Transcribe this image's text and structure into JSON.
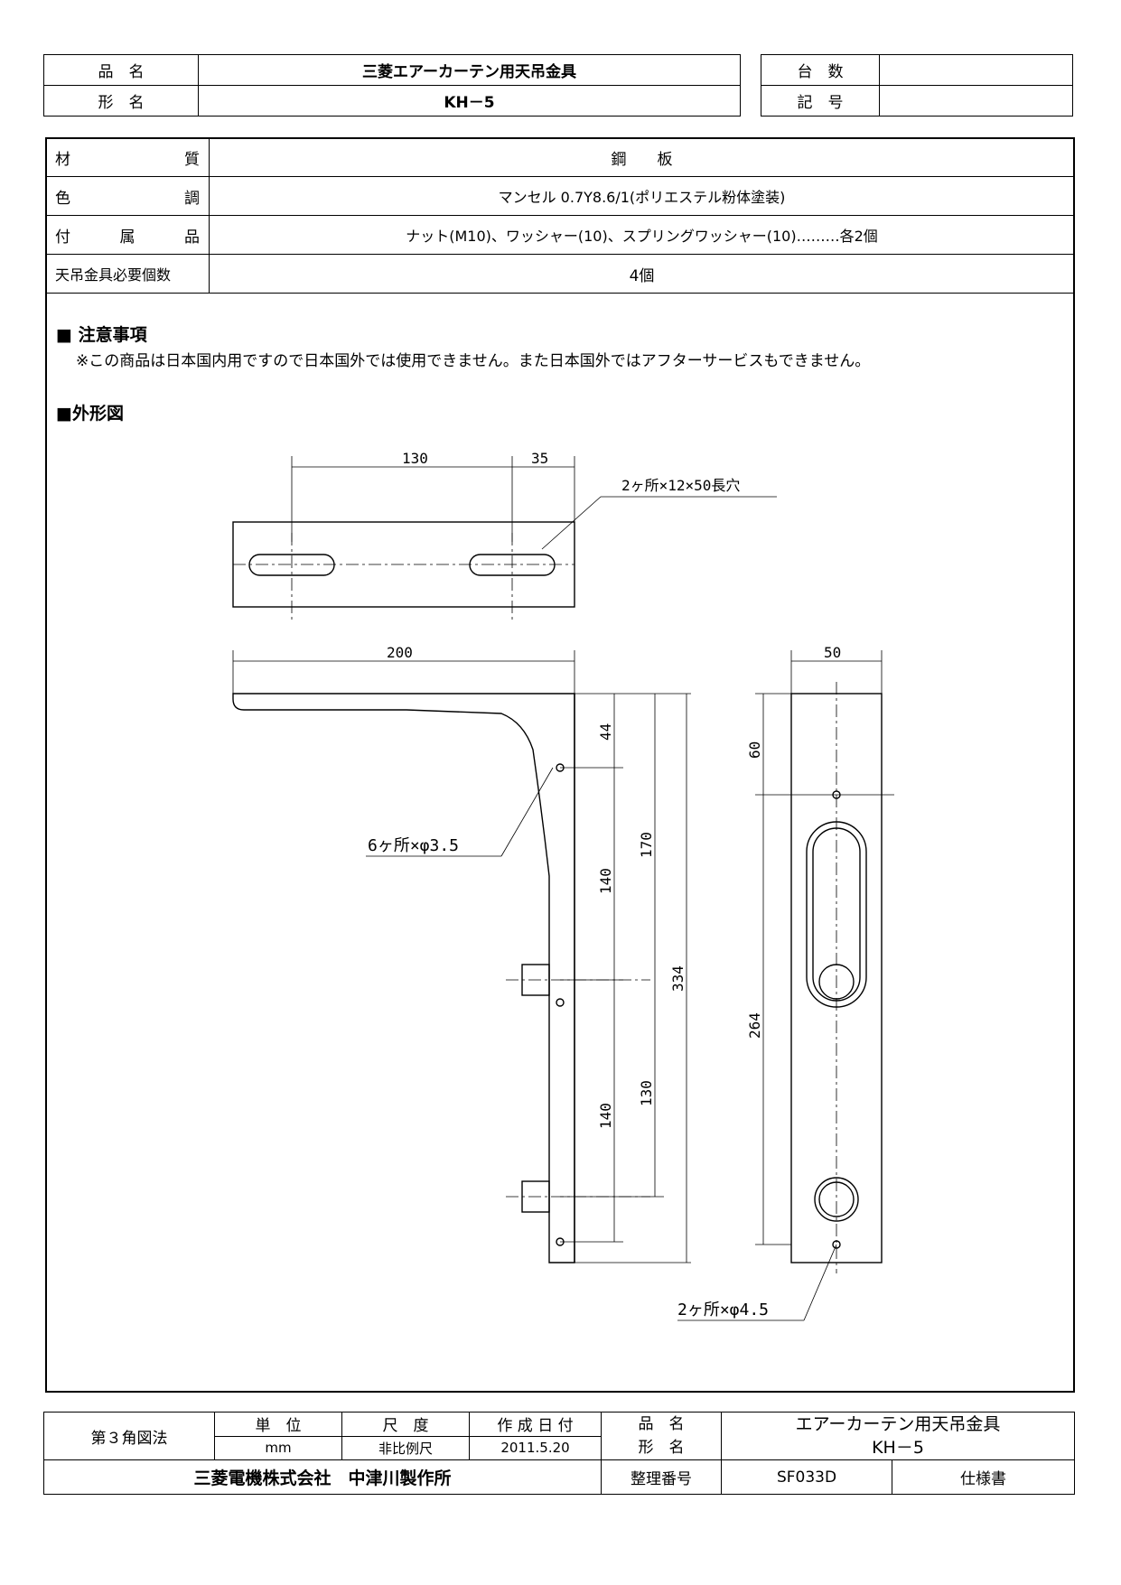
{
  "header": {
    "product_label": "品　名",
    "product_value": "三菱エアーカーテン用天吊金具",
    "model_label": "形　名",
    "model_value": "KH－5",
    "qty_label": "台　数",
    "qty_value": "",
    "mark_label": "記　号",
    "mark_value": ""
  },
  "spec": [
    {
      "label": "材　　　質",
      "value": "鋼　　板"
    },
    {
      "label": "色　　　調",
      "value": "マンセル 0.7Y8.6/1(ポリエステル粉体塗装)"
    },
    {
      "label": "付　属　品",
      "value": "ナット(M10)、ワッシャー(10)、スプリングワッシャー(10)………各2個"
    },
    {
      "label": "天吊金具必要個数",
      "value": "4個"
    }
  ],
  "notes": {
    "heading": "■ 注意事項",
    "text": "※この商品は日本国内用ですので日本国外では使用できません。また日本国外ではアフターサービスもできません。",
    "outline_heading": "■外形図"
  },
  "drawing": {
    "dim_130_top": "130",
    "dim_35": "35",
    "slot_note": "2ヶ所×12×50長穴",
    "dim_200": "200",
    "dim_50": "50",
    "dim_44": "44",
    "dim_170": "170",
    "dim_140a": "140",
    "dim_334": "334",
    "dim_140b": "140",
    "dim_130_side": "130",
    "dim_60": "60",
    "dim_264": "264",
    "hole_note_6": "6ヶ所×φ3.5",
    "hole_note_2": "2ヶ所×φ4.5"
  },
  "footer": {
    "projection": "第３角図法",
    "unit_label": "単　位",
    "unit_value": "mm",
    "scale_label": "尺　度",
    "scale_value": "非比例尺",
    "date_label": "作 成 日 付",
    "date_value": "2011.5.20",
    "name_label_1": "品　名",
    "name_label_2": "形　名",
    "name_value_1": "エアーカーテン用天吊金具",
    "name_value_2": "KH－5",
    "company": "三菱電機株式会社　中津川製作所",
    "ref_label": "整理番号",
    "ref_value": "SF033D",
    "doc_type": "仕様書"
  }
}
